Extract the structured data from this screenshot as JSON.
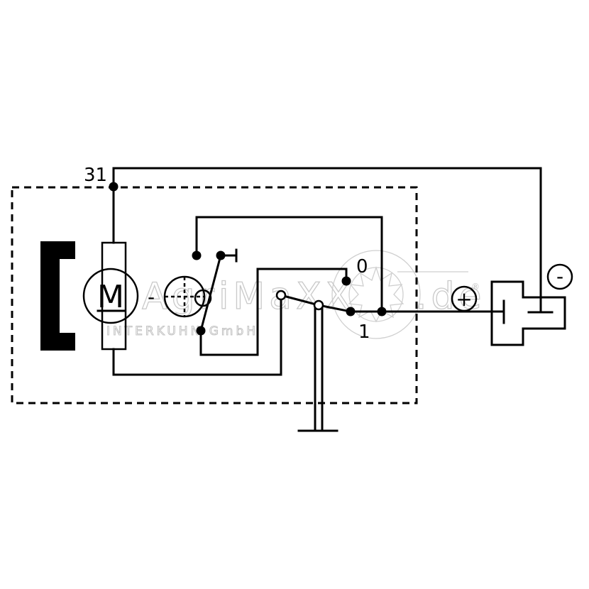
{
  "diagram": {
    "labels": {
      "terminal_31": "31",
      "switch_pos_0": "0",
      "switch_pos_1": "1",
      "motor_letter": "M",
      "motor_field_minus": "-",
      "battery_plus": "+",
      "battery_minus": "-"
    },
    "watermark": {
      "brand": "AgriMaXX",
      "suffix": ".de",
      "registered": "®",
      "company": "INTERKUHN GmbH"
    }
  }
}
